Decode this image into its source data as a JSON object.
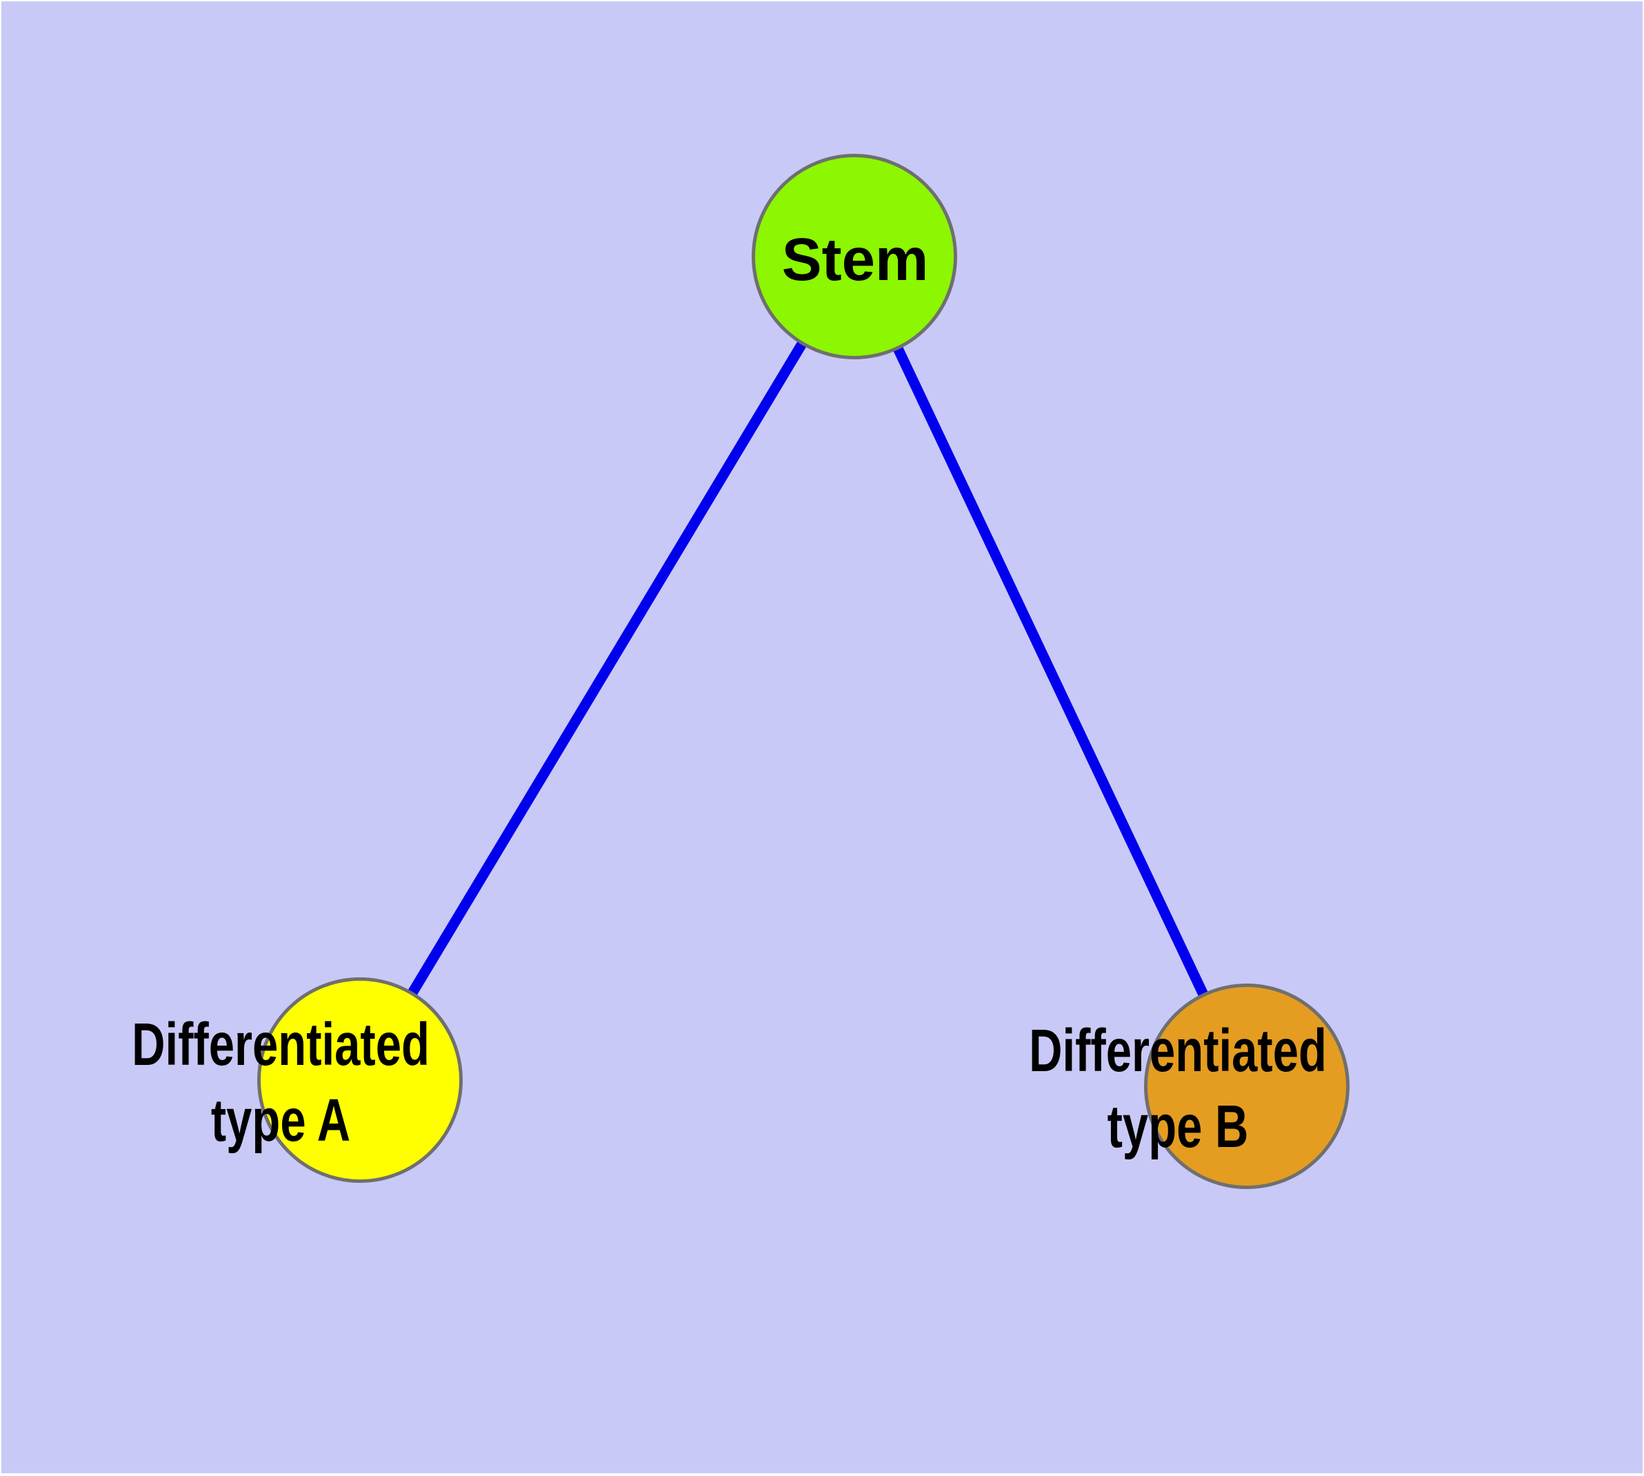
{
  "graph": {
    "title": "",
    "nodes": [
      {
        "id": "stem",
        "label": "Stem",
        "fill": "#8cf700",
        "shape": "circle"
      },
      {
        "id": "differentiated-type-a",
        "label_lines": [
          "Differentiated",
          "type A"
        ],
        "fill": "#ffff00",
        "shape": "circle"
      },
      {
        "id": "differentiated-type-b",
        "label_lines": [
          "Differentiated",
          "type B"
        ],
        "fill": "#e49d20",
        "shape": "circle"
      }
    ],
    "edges": [
      {
        "from": "Stem",
        "to": "Differentiated type A"
      },
      {
        "from": "Stem",
        "to": "Differentiated type B"
      }
    ]
  },
  "colors": {
    "canvas_bg": "#c9c9f7",
    "stem_fill": "#8cf700",
    "type_a_fill": "#ffff00",
    "type_b_fill": "#e49d20",
    "node_border": "#6f6f6f",
    "edge_color": "#0000ee",
    "label_color": "#000000",
    "frame_color": "#ffffff"
  }
}
